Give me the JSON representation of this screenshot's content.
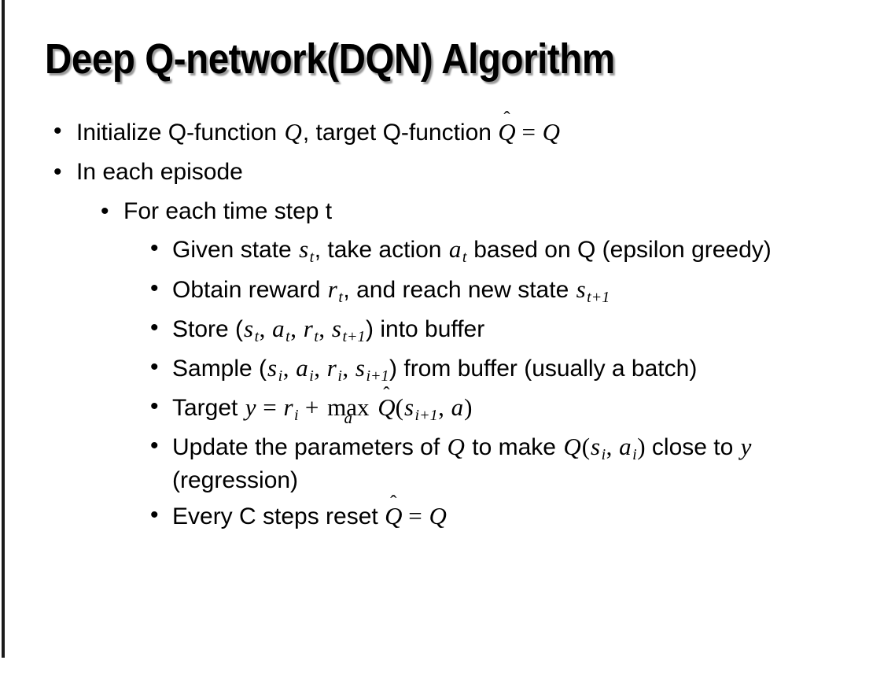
{
  "slide": {
    "title": "Deep Q-network(DQN) Algorithm",
    "bullet_glyph": "•",
    "background_color": "#ffffff",
    "text_color": "#000000",
    "rule_color": "#1a1a1a"
  },
  "content": {
    "b1": {
      "text_1": "Initialize Q-function ",
      "var_Q1": "Q",
      "text_2": ", target Q-function ",
      "hat_Q": "Q",
      "hat_accent": "̂",
      "eq": "=",
      "var_Q2": "Q"
    },
    "b2": {
      "text": "In each episode"
    },
    "b3": {
      "text": "For each time step t"
    },
    "b4": {
      "text_1": "Given state ",
      "var_s": "s",
      "sub_s": "t",
      "text_2": ", take action ",
      "var_a": "a",
      "sub_a": "t",
      "text_3": " based on Q (epsilon greedy)"
    },
    "b5": {
      "text_1": "Obtain reward ",
      "var_r": "r",
      "sub_r": "t",
      "text_2": ", and reach new state ",
      "var_s": "s",
      "sub_s": "t+1"
    },
    "b6": {
      "text_1": "Store (",
      "var_s1": "s",
      "sub_s1": "t",
      "comma_1": ", ",
      "var_a": "a",
      "sub_a": "t",
      "comma_2": ", ",
      "var_r": "r",
      "sub_r": "t",
      "comma_3": ", ",
      "var_s2": "s",
      "sub_s2": "t+1",
      "text_2": ") into buffer"
    },
    "b7": {
      "text_1": "Sample (",
      "var_s1": "s",
      "sub_s1": "i",
      "comma_1": ", ",
      "var_a": "a",
      "sub_a": "i",
      "comma_2": ", ",
      "var_r": "r",
      "sub_r": "i",
      "comma_3": ", ",
      "var_s2": "s",
      "sub_s2": "i+1",
      "text_2": ") from buffer (usually a batch)"
    },
    "b8": {
      "text_1": "Target ",
      "var_y": "y",
      "eq": "=",
      "var_r": "r",
      "sub_r": "i",
      "plus": "+",
      "op": "max",
      "op_limit": "a",
      "hat_Q": "Q",
      "hat_accent": "̂",
      "paren_open": "(",
      "var_s": "s",
      "sub_s": "i+1",
      "comma": ", ",
      "var_a": "a",
      "paren_close": ")"
    },
    "b9": {
      "text_1": "Update the parameters of ",
      "var_Q1": "Q",
      "text_2": " to make ",
      "var_Q2": "Q",
      "paren_open": "(",
      "var_s": "s",
      "sub_s": "i",
      "comma": ", ",
      "var_a": "a",
      "sub_a": "i",
      "paren_close": ")",
      "text_3": " close to ",
      "var_y": "y",
      "text_4": " (regression)"
    },
    "b10": {
      "text_1": "Every C steps reset ",
      "hat_Q": "Q",
      "hat_accent": "̂",
      "eq": "=",
      "var_Q": "Q"
    }
  }
}
